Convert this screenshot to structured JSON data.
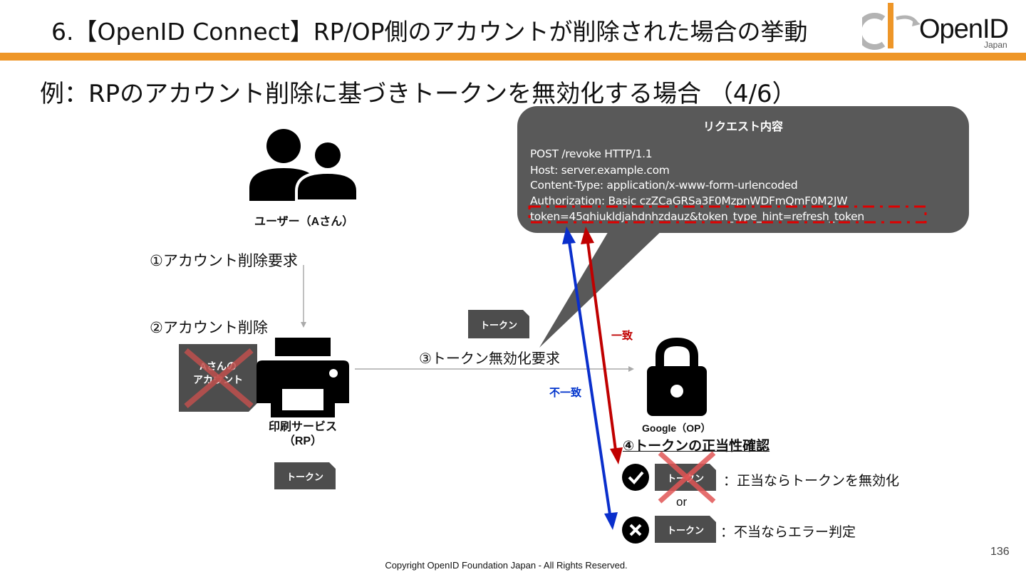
{
  "header": {
    "title": "6.【OpenID Connect】RP/OP側のアカウントが削除された場合の挙動",
    "logo_text": "OpenID",
    "logo_subtext": "Japan"
  },
  "slide": {
    "subtitle": "例：RPのアカウント削除に基づきトークンを無効化する場合 （4/6）",
    "page_number": "136",
    "copyright": "Copyright OpenID Foundation Japan - All Rights Reserved."
  },
  "request": {
    "title": "リクエスト内容",
    "lines": [
      "POST /revoke HTTP/1.1",
      "Host: server.example.com",
      "Content-Type: application/x-www-form-urlencoded",
      "Authorization: Basic czZCaGRSa3F0MzpnWDFmQmF0M2JW",
      "token=45ghiukldjahdnhzdauz&token_type_hint=refresh_token"
    ]
  },
  "user": {
    "label": "ユーザー（Aさん）",
    "icon": "users-icon"
  },
  "steps": {
    "step1": "①アカウント削除要求",
    "step2": "②アカウント削除",
    "step3": "③トークン無効化要求",
    "step4": "④トークンの正当性確認"
  },
  "rp": {
    "label_line1": "印刷サービス",
    "label_line2": "（RP）",
    "icon": "printer-icon",
    "account_line1": "Aさんの",
    "account_line2": "アカウント"
  },
  "op": {
    "label": "Google（OP）",
    "icon": "lock-icon"
  },
  "token_label": "トークン",
  "match": {
    "label": "一致",
    "color": "#c00000"
  },
  "mismatch": {
    "label": "不一致",
    "color": "#0033cc"
  },
  "results": {
    "valid": "：正当ならトークンを無効化",
    "or": "or",
    "invalid": "：不当ならエラー判定"
  },
  "colors": {
    "accent": "#ee9628",
    "bubble": "#595959",
    "token": "#4d4d4d"
  }
}
